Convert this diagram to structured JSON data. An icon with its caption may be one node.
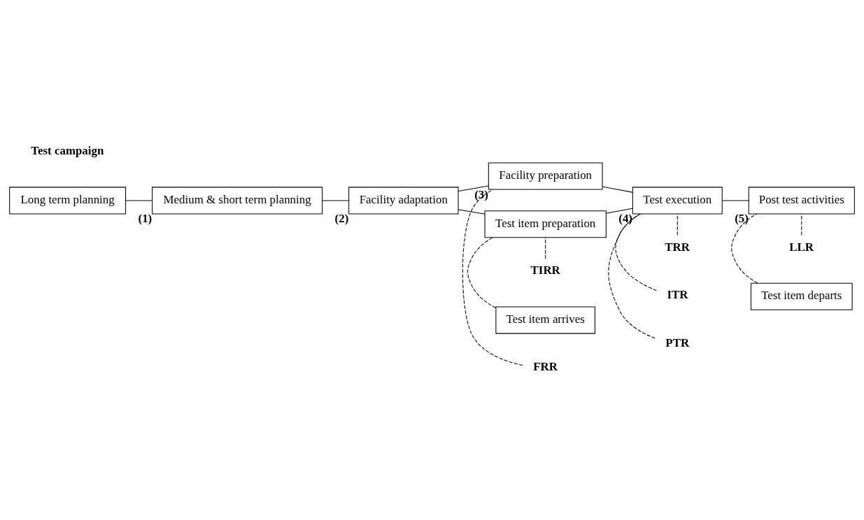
{
  "diagram": {
    "nodes": [
      {
        "text": [
          "Long term planning"
        ]
      },
      {
        "text": [
          "Medium & short term planning"
        ],
        "beside": [
          "(1)"
        ]
      },
      {
        "text": [
          "Facility adaptation"
        ],
        "beside": [
          "(2)"
        ]
      },
      {
        "text": [
          "Facility preparation"
        ],
        "beside": [
          "(3)"
        ]
      },
      {
        "text": [
          "Test item preparation"
        ]
      },
      {
        "text": [
          "Test execution"
        ],
        "beside": [
          "(4)"
        ]
      },
      {
        "text": [
          "Post test activities"
        ],
        "beside": [
          "(5)"
        ]
      },
      {
        "text": [
          "FRR"
        ]
      },
      {
        "text": [
          "TRR"
        ]
      },
      {
        "text": [
          "ITR"
        ]
      },
      {
        "text": [
          "PTR"
        ]
      },
      {
        "text": [
          "LLR"
        ]
      },
      {
        "text": [
          "TIRR"
        ]
      },
      {
        "text": [
          "Test item arrives"
        ]
      },
      {
        "text": [
          "Test item departs"
        ]
      }
    ],
    "edges": [
      {
        "from": 0,
        "to": 1,
        "arrow": "none"
      },
      {
        "from": 1,
        "to": 2,
        "arrow": "none"
      },
      {
        "from": 2,
        "to": 3,
        "arrow": "none"
      },
      {
        "from": 2,
        "to": 4,
        "arrow": "none"
      },
      {
        "from": 3,
        "to": 5,
        "arrow": "none"
      },
      {
        "from": 4,
        "to": 5,
        "arrow": "none"
      },
      {
        "from": 5,
        "to": 6,
        "arrow": "none"
      },
      {
        "from": 7,
        "to": 3,
        "arrow": "none",
        "style": "dashed"
      },
      {
        "from": 8,
        "to": 5,
        "arrow": "none",
        "style": "dashed"
      },
      {
        "from": 9,
        "to": 5,
        "arrow": "none",
        "style": "dashed"
      },
      {
        "from": 10,
        "to": 5,
        "arrow": "none",
        "style": "dashed"
      },
      {
        "from": 11,
        "to": 6,
        "arrow": "none",
        "style": "dashed"
      },
      {
        "from": 12,
        "to": 4,
        "arrow": "none",
        "style": "dashed"
      },
      {
        "from": 13,
        "to": 4,
        "arrow": "none",
        "style": "dashed"
      },
      {
        "from": 14,
        "to": 6,
        "arrow": "none",
        "style": "dashed"
      }
    ],
    "labels": [
      "Test campaign"
    ]
  }
}
